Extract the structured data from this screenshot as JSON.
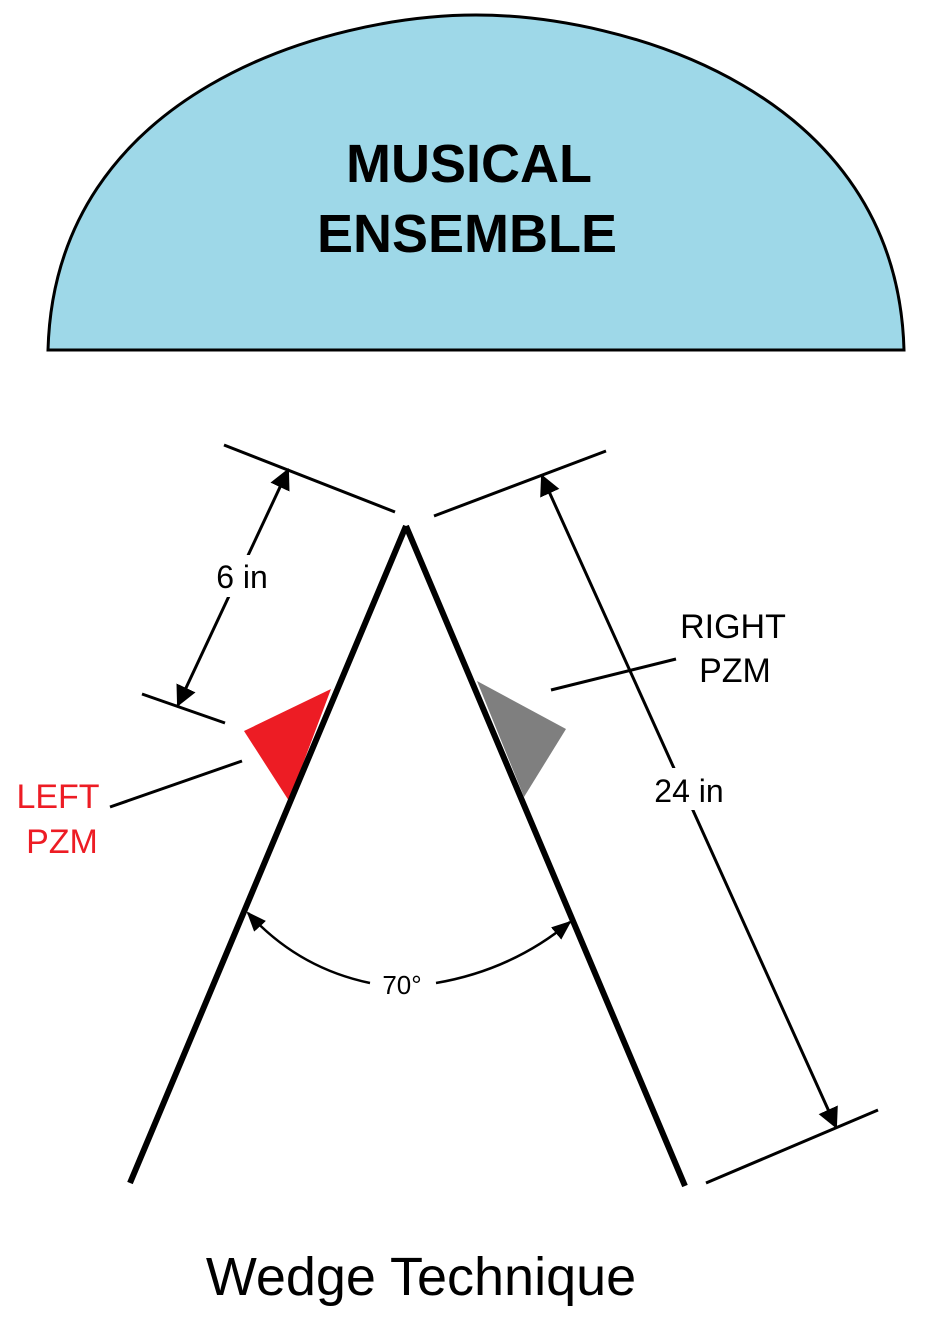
{
  "ensemble": {
    "line1": "MUSICAL",
    "line2": "ENSEMBLE",
    "fill_color": "#9ed8e8"
  },
  "labels": {
    "spacing": "6 in",
    "length": "24 in",
    "angle": "70°",
    "right_pzm_line1": "RIGHT",
    "right_pzm_line2": "PZM",
    "left_pzm_line1": "LEFT",
    "left_pzm_line2": "PZM"
  },
  "caption": "Wedge Technique",
  "colors": {
    "left_pzm": "#ed1c24",
    "right_pzm": "#7f7f7f",
    "left_label": "#ed1c24",
    "stroke": "#000000"
  }
}
